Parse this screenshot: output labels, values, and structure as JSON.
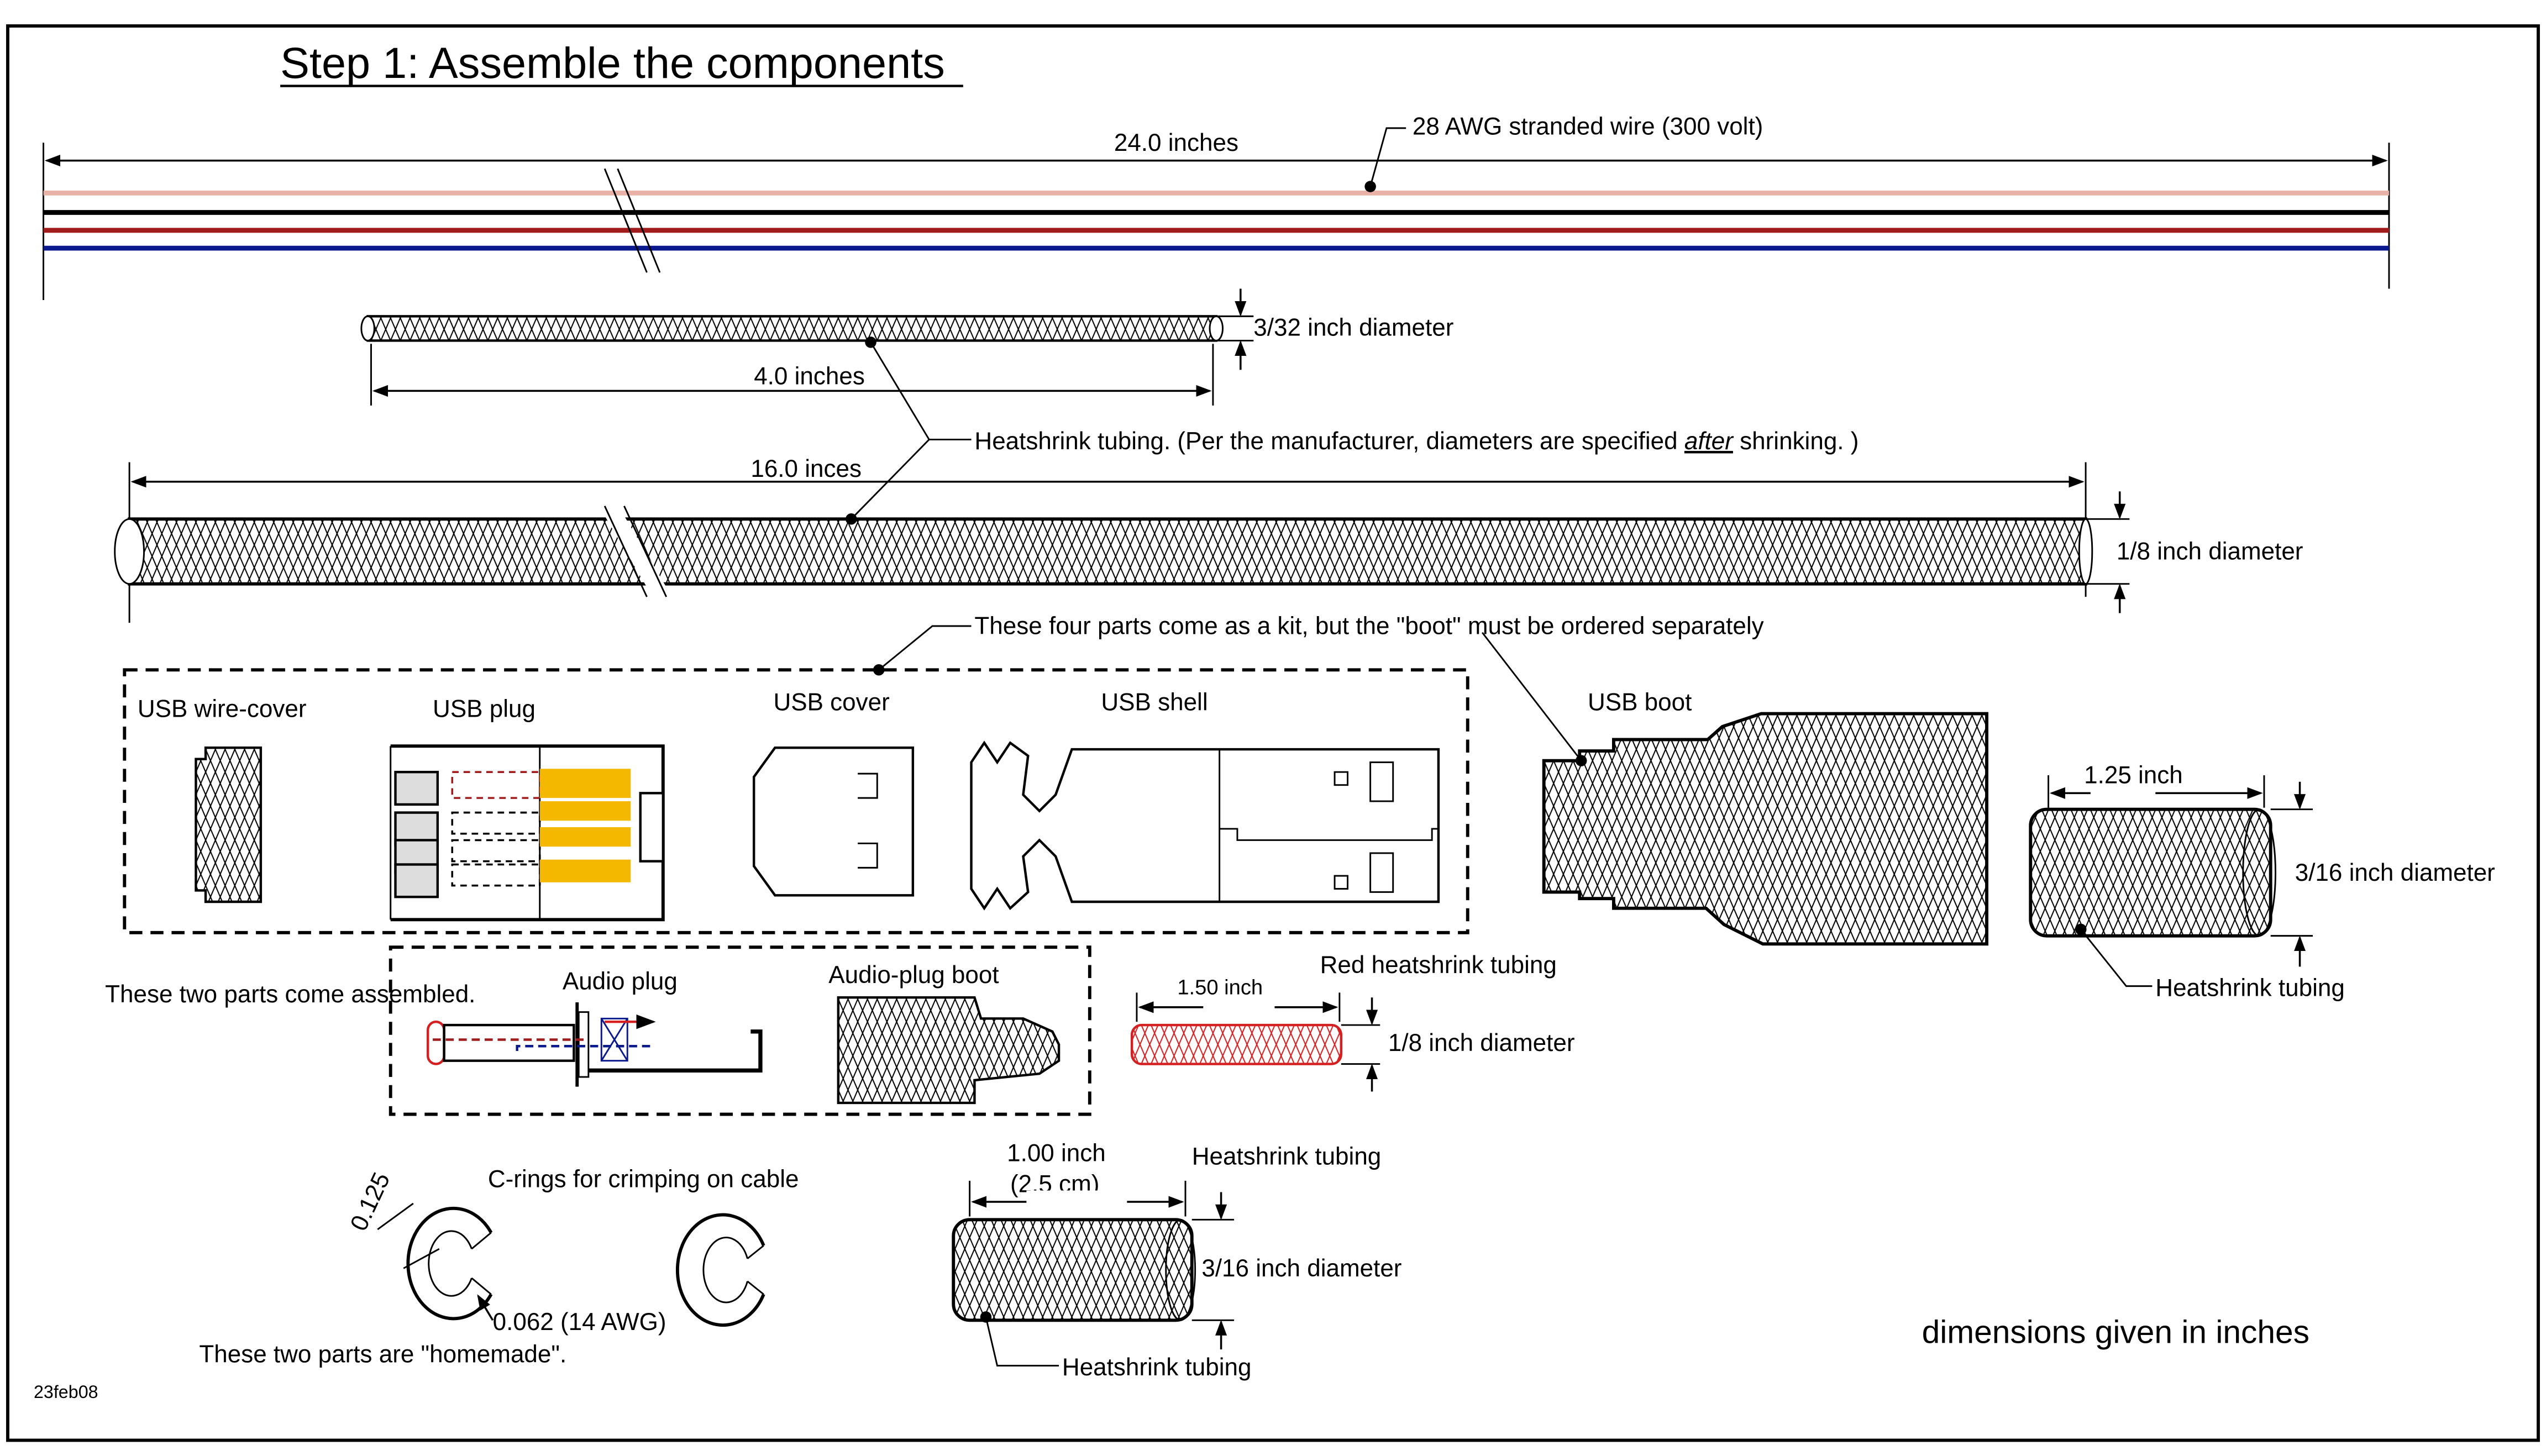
{
  "title": "Step 1: Assemble the components",
  "date_stamp": "23feb08",
  "footer_note": "dimensions given in inches",
  "wire": {
    "length_label": "24.0 inches",
    "callout": "28 AWG stranded wire (300 volt)",
    "colors": [
      "#e8b3a6",
      "#000000",
      "#a11d1d",
      "#0a1a8c"
    ]
  },
  "tubing_short": {
    "length_label": "4.0 inches",
    "diameter_label": "3/32 inch diameter"
  },
  "tubing_callout": {
    "text_before": "Heatshrink tubing. (Per the manufacturer, diameters are specified ",
    "emphasis": "after",
    "text_after": " shrinking. )"
  },
  "tubing_long": {
    "length_label": "16.0 inces",
    "diameter_label": "1/8 inch diameter"
  },
  "kit": {
    "callout": "These four parts come as a kit, but the \"boot\" must be ordered separately",
    "parts": [
      "USB wire-cover",
      "USB plug",
      "USB cover",
      "USB shell"
    ],
    "contact_color": "#f5b800"
  },
  "usb_boot": {
    "label": "USB boot"
  },
  "tubing_boot": {
    "length_label": "1.25 inch",
    "diameter_label": "3/16 inch diameter",
    "callout": "Heatshrink tubing"
  },
  "audio": {
    "assembled_note": "These two parts come assembled.",
    "plug_label": "Audio plug",
    "boot_label": "Audio-plug boot"
  },
  "red_tubing": {
    "label": "Red heatshrink tubing",
    "length_label": "1.50 inch",
    "diameter_label": "1/8 inch diameter",
    "color": "#d42020"
  },
  "crings": {
    "label": "C-rings for crimping on cable",
    "dim_outer": "0.125",
    "dim_wire": "0.062 (14 AWG)",
    "note": "These two parts are \"homemade\"."
  },
  "tubing_small": {
    "length_label": "1.00 inch",
    "length_metric": "(2.5 cm)",
    "top_label": "Heatshrink tubing",
    "diameter_label": "3/16 inch diameter",
    "callout": "Heatshrink tubing"
  }
}
